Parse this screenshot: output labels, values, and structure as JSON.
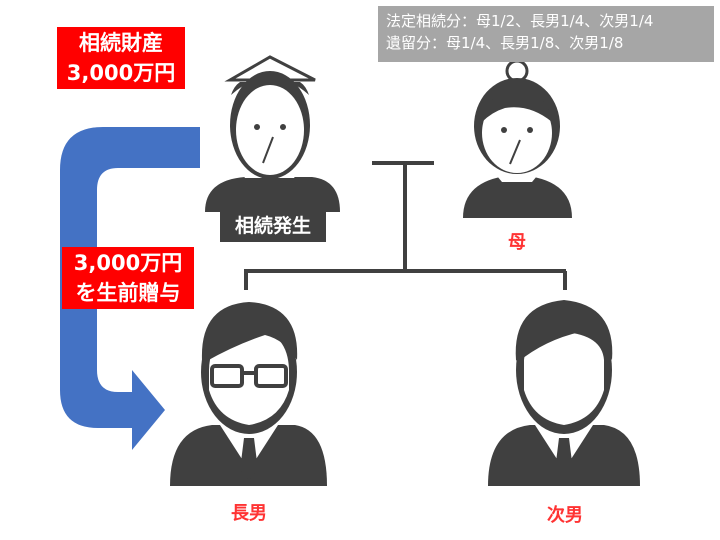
{
  "estate_box": {
    "line1": "相続財産",
    "line2": "3,000万円"
  },
  "gift_box": {
    "line1": "3,000万円",
    "line2": "を生前贈与"
  },
  "info_box": {
    "line1": "法定相続分：母1/2、長男1/4、次男1/4",
    "line2": "遺留分：母1/4、長男1/8、次男1/8"
  },
  "deceased_label": "相続発生",
  "persons": {
    "mother": "母",
    "eldest_son": "長男",
    "second_son": "次男"
  },
  "colors": {
    "arrow": "#4472c4",
    "figure": "#404040",
    "highlight": "#ff0000",
    "info_bg": "#a6a6a6"
  }
}
